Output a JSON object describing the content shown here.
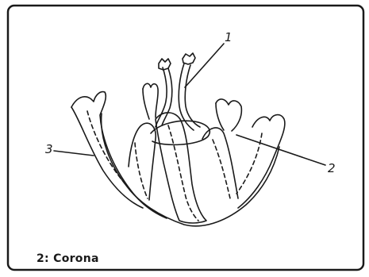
{
  "callouts": {
    "one": "1",
    "two": "2",
    "three": "3"
  },
  "caption": "2: Corona",
  "colors": {
    "ink": "#1a1a1a",
    "paper": "#ffffff"
  }
}
